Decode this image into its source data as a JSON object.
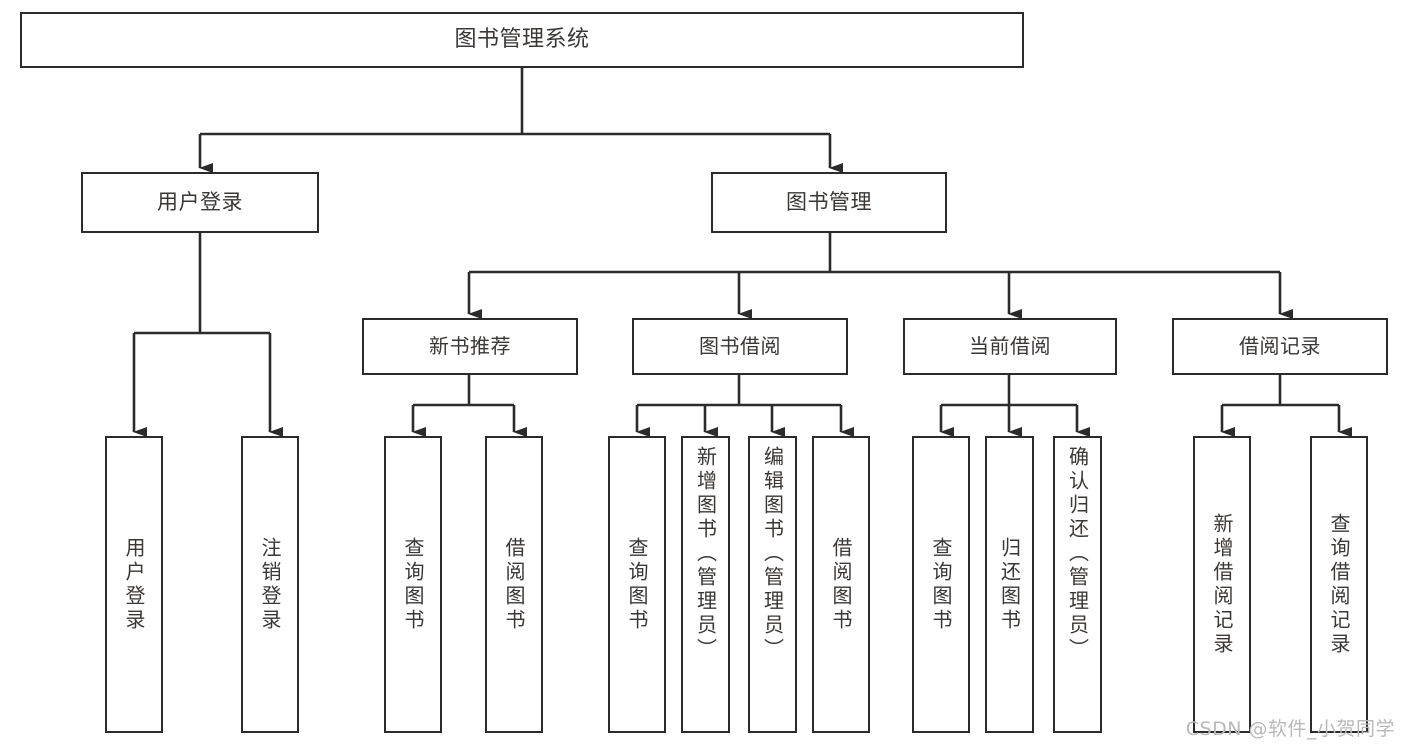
{
  "diagram": {
    "title": "图书管理系统",
    "type": "hierarchy-tree",
    "root": {
      "label": "图书管理系统"
    },
    "level1": [
      {
        "label": "用户登录"
      },
      {
        "label": "图书管理"
      }
    ],
    "level2": [
      {
        "label": "新书推荐",
        "parent": "图书管理"
      },
      {
        "label": "图书借阅",
        "parent": "图书管理"
      },
      {
        "label": "当前借阅",
        "parent": "图书管理"
      },
      {
        "label": "借阅记录",
        "parent": "图书管理"
      }
    ],
    "leaves": [
      {
        "label": "用户登录",
        "parent": "用户登录"
      },
      {
        "label": "注销登录",
        "parent": "用户登录"
      },
      {
        "label": "查询图书",
        "parent": "新书推荐"
      },
      {
        "label": "借阅图书",
        "parent": "新书推荐"
      },
      {
        "label": "查询图书",
        "parent": "图书借阅"
      },
      {
        "label": "新增图书（管理员）",
        "parent": "图书借阅"
      },
      {
        "label": "编辑图书（管理员）",
        "parent": "图书借阅"
      },
      {
        "label": "借阅图书",
        "parent": "图书借阅"
      },
      {
        "label": "查询图书",
        "parent": "当前借阅"
      },
      {
        "label": "归还图书",
        "parent": "当前借阅"
      },
      {
        "label": "确认归还（管理员）",
        "parent": "当前借阅"
      },
      {
        "label": "新增借阅记录",
        "parent": "借阅记录"
      },
      {
        "label": "查询借阅记录",
        "parent": "借阅记录"
      }
    ]
  },
  "watermark": {
    "text": "CSDN @软件_小贺同学"
  },
  "colors": {
    "border": "#2b2b2b",
    "text": "#3a3734",
    "background": "#ffffff",
    "watermark": "#b9b9b9"
  }
}
